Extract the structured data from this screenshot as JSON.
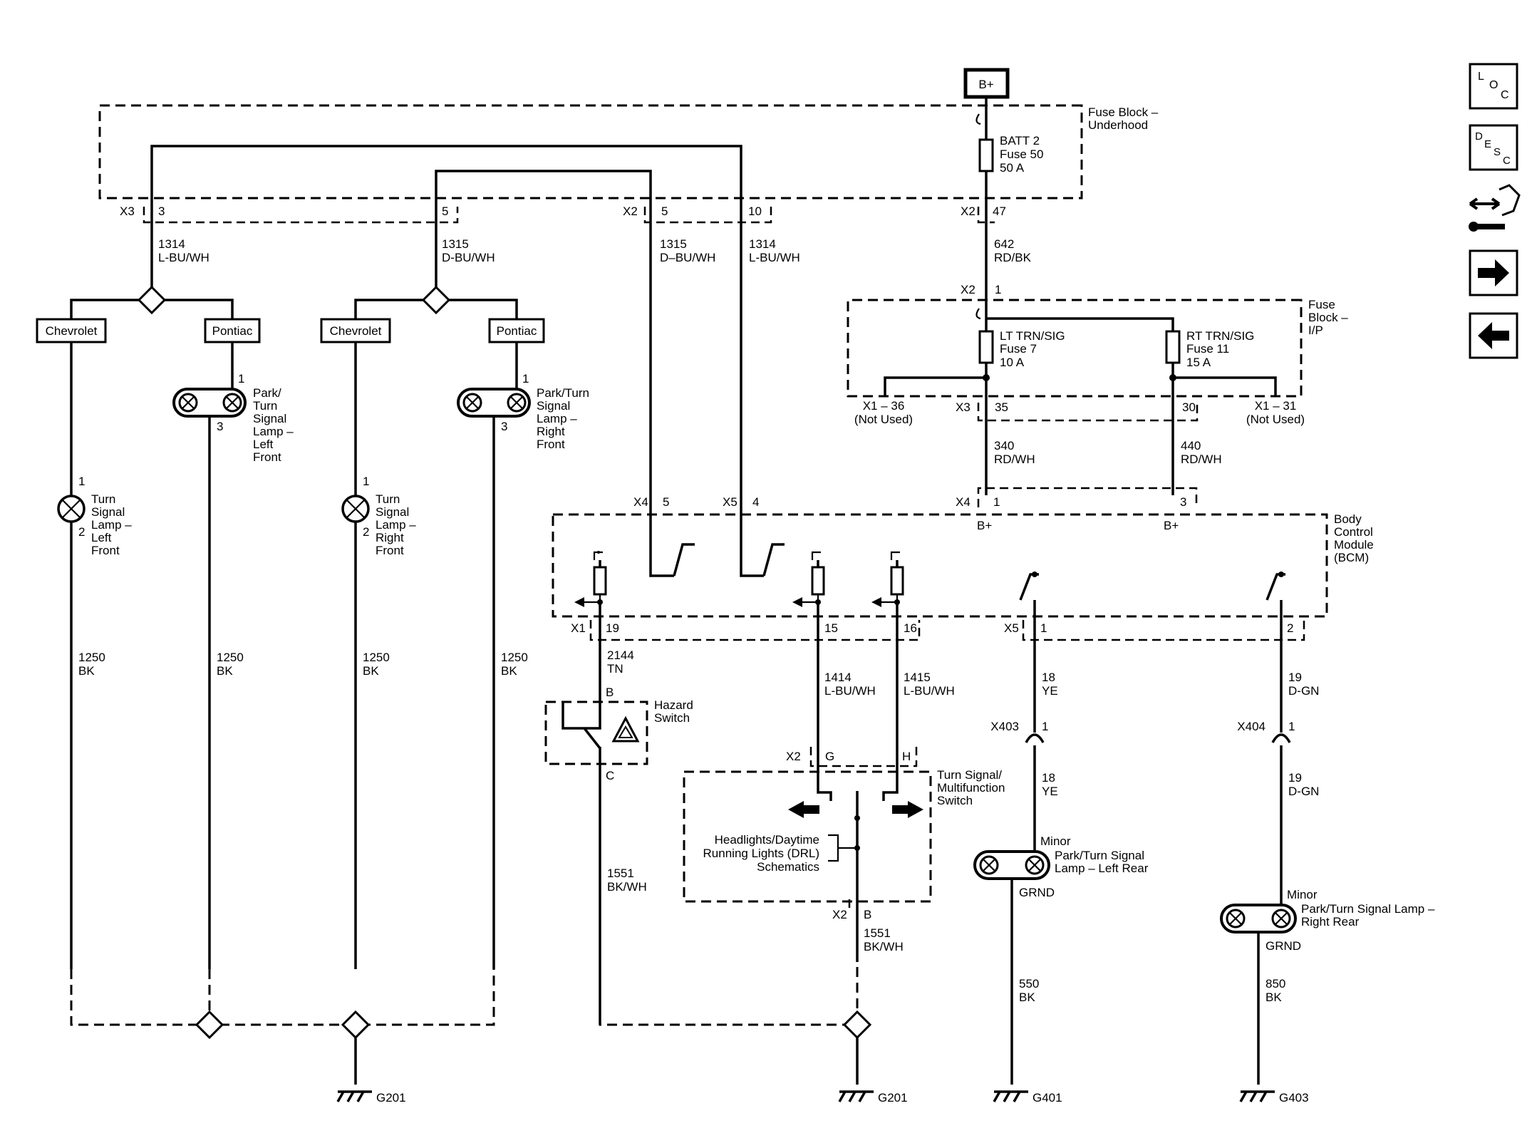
{
  "supply": {
    "label": "B+"
  },
  "fuse_block_underhood": {
    "title_l1": "Fuse Block –",
    "title_l2": "Underhood",
    "fuse_l1": "BATT 2",
    "fuse_l2": "Fuse 50",
    "fuse_l3": "50 A",
    "conn_x3": "X3",
    "conn_x2": "X2",
    "conn_x2b": "X2",
    "pin_3": "3",
    "pin_5": "5",
    "pin_5b": "5",
    "pin_10": "10",
    "pin_47": "47"
  },
  "fuse_block_ip": {
    "title_l1": "Fuse",
    "title_l2": "Block –",
    "title_l3": "I/P",
    "conn_x2": "X2",
    "pin_1": "1",
    "lt_l1": "LT TRN/SIG",
    "lt_l2": "Fuse 7",
    "lt_l3": "10 A",
    "rt_l1": "RT TRN/SIG",
    "rt_l2": "Fuse 11",
    "rt_l3": "15 A",
    "x1_36": "X1 – 36",
    "x1_36_note": "(Not Used)",
    "x1_31": "X1 – 31",
    "x1_31_note": "(Not Used)",
    "conn_x3": "X3",
    "pin_35": "35",
    "pin_30": "30"
  },
  "wires": {
    "w1314a_n": "1314",
    "w1314a_c": "L-BU/WH",
    "w1315a_n": "1315",
    "w1315a_c": "D-BU/WH",
    "w1315b_n": "1315",
    "w1315b_c": "D–BU/WH",
    "w1314b_n": "1314",
    "w1314b_c": "L-BU/WH",
    "w642_n": "642",
    "w642_c": "RD/BK",
    "w340_n": "340",
    "w340_c": "RD/WH",
    "w440_n": "440",
    "w440_c": "RD/WH",
    "w1250a_n": "1250",
    "w1250a_c": "BK",
    "w1250b_n": "1250",
    "w1250b_c": "BK",
    "w1250c_n": "1250",
    "w1250c_c": "BK",
    "w1250d_n": "1250",
    "w1250d_c": "BK",
    "w2144_n": "2144",
    "w2144_c": "TN",
    "w1414_n": "1414",
    "w1414_c": "L-BU/WH",
    "w1415_n": "1415",
    "w1415_c": "L-BU/WH",
    "w18a_n": "18",
    "w18a_c": "YE",
    "w18b_n": "18",
    "w18b_c": "YE",
    "w19a_n": "19",
    "w19a_c": "D-GN",
    "w19b_n": "19",
    "w19b_c": "D-GN",
    "w1551a_n": "1551",
    "w1551a_c": "BK/WH",
    "w1551b_n": "1551",
    "w1551b_c": "BK/WH",
    "w550_n": "550",
    "w550_c": "BK",
    "w850_n": "850",
    "w850_c": "BK"
  },
  "options": {
    "chev_a": "Chevrolet",
    "pont_a": "Pontiac",
    "chev_b": "Chevrolet",
    "pont_b": "Pontiac"
  },
  "lamps": {
    "plf_l1": "Park/",
    "plf_l2": "Turn",
    "plf_l3": "Signal",
    "plf_l4": "Lamp –",
    "plf_l5": "Left",
    "plf_l6": "Front",
    "plf_p1": "1",
    "plf_p3": "3",
    "prf_l1": "Park/Turn",
    "prf_l2": "Signal",
    "prf_l3": "Lamp –",
    "prf_l4": "Right",
    "prf_l5": "Front",
    "prf_p1": "1",
    "prf_p3": "3",
    "tlf_l1": "Turn",
    "tlf_l2": "Signal",
    "tlf_l3": "Lamp –",
    "tlf_l4": "Left",
    "tlf_l5": "Front",
    "tlf_p1": "1",
    "tlf_p2": "2",
    "trf_l1": "Turn",
    "trf_l2": "Signal",
    "trf_l3": "Lamp –",
    "trf_l4": "Right",
    "trf_l5": "Front",
    "trf_p1": "1",
    "trf_p2": "2",
    "lr_minor": "Minor",
    "lr_l1": "Park/Turn Signal",
    "lr_l2": "Lamp – Left Rear",
    "lr_grnd": "GRND",
    "rr_minor": "Minor",
    "rr_l1": "Park/Turn Signal Lamp –",
    "rr_l2": "Right Rear",
    "rr_grnd": "GRND"
  },
  "bcm": {
    "title_l1": "Body",
    "title_l2": "Control",
    "title_l3": "Module",
    "title_l4": "(BCM)",
    "conn_x4a": "X4",
    "pin_5": "5",
    "conn_x5a": "X5",
    "pin_4": "4",
    "conn_x4b": "X4",
    "pin_1": "1",
    "pin_3": "3",
    "bplus_1": "B+",
    "bplus_2": "B+",
    "conn_x1": "X1",
    "pin_19": "19",
    "pin_15": "15",
    "pin_16": "16",
    "conn_x5b": "X5",
    "pin_x5_1": "1",
    "pin_x5_2": "2"
  },
  "hazard": {
    "title_l1": "Hazard",
    "title_l2": "Switch",
    "pin_b": "B",
    "pin_c": "C"
  },
  "turn_switch": {
    "title_l1": "Turn Signal/",
    "title_l2": "Multifunction",
    "title_l3": "Switch",
    "conn_x2": "X2",
    "pin_g": "G",
    "pin_h": "H",
    "ref_l1": "Headlights/Daytime",
    "ref_l2": "Running Lights (DRL)",
    "ref_l3": "Schematics",
    "conn_x2b": "X2",
    "pin_b": "B"
  },
  "inline": {
    "x403": "X403",
    "x403_pin": "1",
    "x404": "X404",
    "x404_pin": "1"
  },
  "grounds": {
    "g201a": "G201",
    "g201b": "G201",
    "g401": "G401",
    "g403": "G403"
  },
  "nav": {
    "loc_icon": "loc-icon",
    "desc_icon": "desc-icon",
    "tools_icon": "connector-tools-icon",
    "next_icon": "arrow-right-icon",
    "prev_icon": "arrow-left-icon"
  }
}
